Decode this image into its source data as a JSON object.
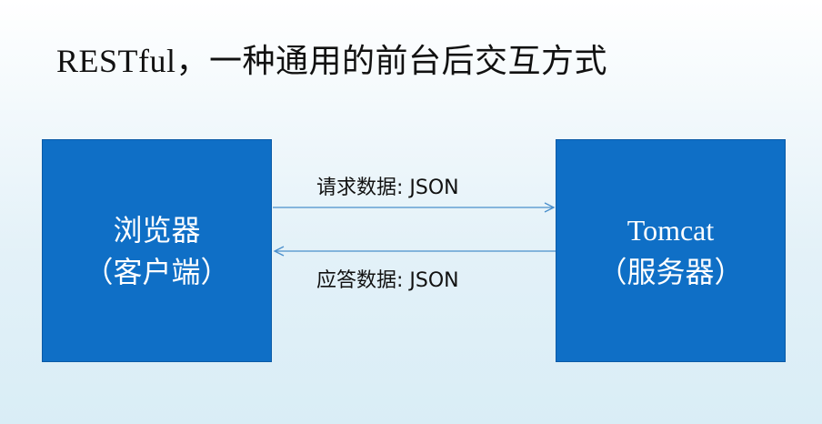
{
  "title": "RESTful，一种通用的前台后交互方式",
  "client": {
    "name": "浏览器",
    "role": "（客户端）"
  },
  "server": {
    "name": "Tomcat",
    "role": "（服务器）"
  },
  "request_label": "请求数据: JSON",
  "response_label": "应答数据: JSON",
  "colors": {
    "box_fill": "#0f6fc6",
    "arrow": "#4a8fcc"
  }
}
